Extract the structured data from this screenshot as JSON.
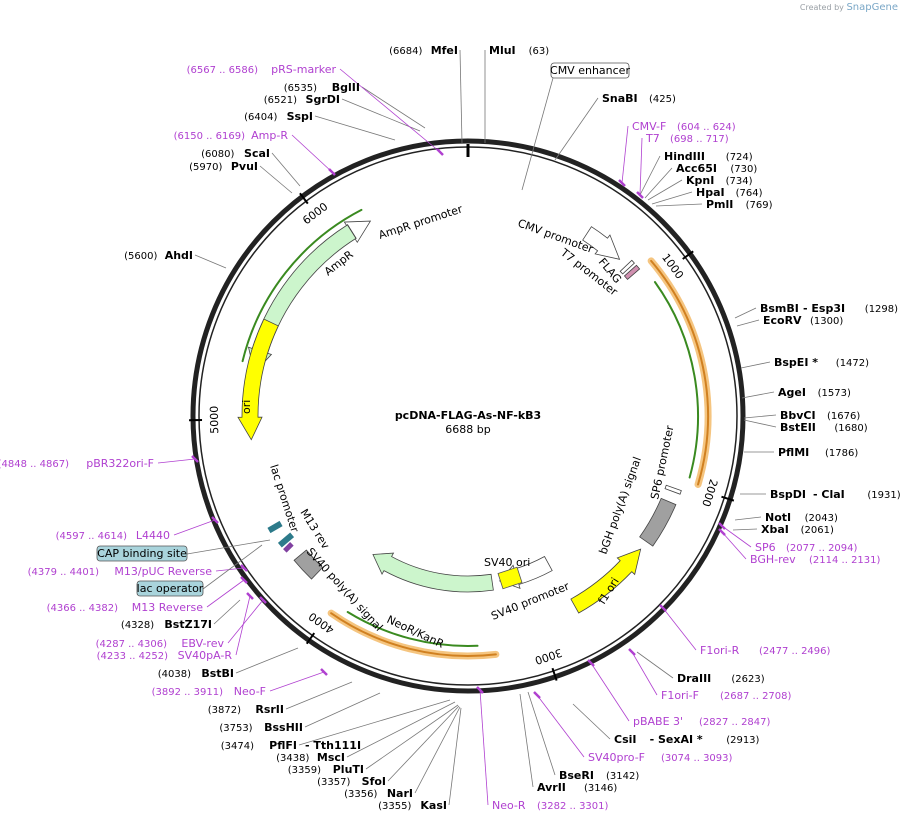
{
  "credit": {
    "text": "Created by",
    "brand": "SnapGene"
  },
  "plasmid": {
    "name": "pcDNA-FLAG-As-NF-kB3",
    "size_label": "6688 bp",
    "length": 6688
  },
  "ticks": [
    {
      "bp": 1000,
      "label": "1000"
    },
    {
      "bp": 2000,
      "label": "2000"
    },
    {
      "bp": 3000,
      "label": "3000"
    },
    {
      "bp": 4000,
      "label": "4000"
    },
    {
      "bp": 5000,
      "label": "5000"
    },
    {
      "bp": 6000,
      "label": "6000"
    }
  ],
  "colors": {
    "backbone": "#222222",
    "primer": "#b040d0",
    "promoter": "#ffffff",
    "gene": "#ccf5cc",
    "ori": "#ffff00",
    "polyA": "#a0a0a0",
    "orange": "#f5a623",
    "green": "#3a8a20"
  },
  "features": [
    {
      "name": "CMV enhancer",
      "start": 235,
      "end": 614,
      "type": "box"
    },
    {
      "name": "CMV promoter",
      "start": 615,
      "end": 818,
      "type": "arrow",
      "dir": 1,
      "track": 1,
      "fill": "#ffffff"
    },
    {
      "name": "T7 promoter",
      "start": 863,
      "end": 881,
      "type": "arrow",
      "dir": 1,
      "track": 1,
      "fill": "#ffffff"
    },
    {
      "name": "FLAG",
      "start": 895,
      "end": 918,
      "type": "arrow",
      "dir": 1,
      "track": 1,
      "fill": "#d090b0"
    },
    {
      "name": "AmpR promoter",
      "start": 6090,
      "end": 6194,
      "type": "arrow",
      "dir": 1,
      "track": 1,
      "fill": "#ffffff"
    },
    {
      "name": "AmpR",
      "start": 5229,
      "end": 6089,
      "type": "arrow",
      "dir": -1,
      "track": 1,
      "fill": "#ccf5cc"
    },
    {
      "name": "ori",
      "start": 4900,
      "end": 5488,
      "type": "arrow",
      "dir": -1,
      "track": 1,
      "fill": "#ffff00"
    },
    {
      "name": "bGH poly(A) signal",
      "start": 2101,
      "end": 2325,
      "type": "rect",
      "track": 1,
      "fill": "#a0a0a0"
    },
    {
      "name": "SP6 promoter",
      "start": 2030,
      "end": 2048,
      "type": "arrow",
      "dir": -1,
      "track": 1,
      "fill": "#ffffff"
    },
    {
      "name": "f1 ori",
      "start": 2371,
      "end": 2799,
      "type": "arrow",
      "dir": -1,
      "track": 1,
      "fill": "#ffff00"
    },
    {
      "name": "SV40 promoter",
      "start": 2813,
      "end": 3142,
      "type": "arrow",
      "dir": 1,
      "track": 2,
      "fill": "#ffffff"
    },
    {
      "name": "SV40 ori",
      "start": 2993,
      "end": 3128,
      "type": "box_inner"
    },
    {
      "name": "NeoR/KanR",
      "start": 3190,
      "end": 3984,
      "type": "arrow",
      "dir": 1,
      "track": 2,
      "fill": "#ccf5cc"
    },
    {
      "name": "SV40 poly(A) signal",
      "start": 4158,
      "end": 4279,
      "type": "rect",
      "track": 1,
      "fill": "#a0a0a0"
    },
    {
      "name": "lac promoter",
      "start": 4468,
      "end": 4498,
      "type": "label_only"
    },
    {
      "name": "M13 rev",
      "start": 4366,
      "end": 4382,
      "type": "label_only"
    }
  ],
  "sites_right": [
    {
      "name": "MluI",
      "pos": "(63)"
    },
    {
      "name": "SnaBI",
      "pos": "(425)"
    },
    {
      "name": "HindIII",
      "pos": "(724)"
    },
    {
      "name": "Acc65I",
      "pos": "(730)"
    },
    {
      "name": "KpnI",
      "pos": "(734)"
    },
    {
      "name": "HpaI",
      "pos": "(764)"
    },
    {
      "name": "PmlI",
      "pos": "(769)"
    },
    {
      "name": "BsmBI",
      "pos": "(1298)",
      "name2": "- Esp3I"
    },
    {
      "name": "EcoRV",
      "pos": "(1300)"
    },
    {
      "name": "BspEI *",
      "pos": "(1472)"
    },
    {
      "name": "AgeI",
      "pos": "(1573)"
    },
    {
      "name": "BbvCI",
      "pos": "(1676)"
    },
    {
      "name": "BstEII",
      "pos": "(1680)"
    },
    {
      "name": "PflMI",
      "pos": "(1786)"
    },
    {
      "name": "BspDI",
      "pos": "(1931)",
      "name2": "- ClaI"
    },
    {
      "name": "NotI",
      "pos": "(2043)"
    },
    {
      "name": "XbaI",
      "pos": "(2061)"
    },
    {
      "name": "DraIII",
      "pos": "(2623)"
    },
    {
      "name": "CsiI",
      "pos": "(2913)",
      "name2": "- SexAI *"
    },
    {
      "name": "BseRI",
      "pos": "(3142)"
    },
    {
      "name": "AvrII",
      "pos": "(3146)"
    }
  ],
  "sites_left": [
    {
      "name": "MfeI",
      "pos": "(6684)"
    },
    {
      "name": "BglII",
      "pos": "(6535)"
    },
    {
      "name": "SgrDI",
      "pos": "(6521)"
    },
    {
      "name": "SspI",
      "pos": "(6404)"
    },
    {
      "name": "ScaI",
      "pos": "(6080)"
    },
    {
      "name": "PvuI",
      "pos": "(5970)"
    },
    {
      "name": "AhdI",
      "pos": "(5600)"
    },
    {
      "name": "BstZ17I",
      "pos": "(4328)"
    },
    {
      "name": "BstBI",
      "pos": "(4038)"
    },
    {
      "name": "RsrII",
      "pos": "(3872)"
    },
    {
      "name": "BssHII",
      "pos": "(3753)"
    },
    {
      "name": "PflFI",
      "pos": "(3474)",
      "name2": "- Tth111I"
    },
    {
      "name": "MscI",
      "pos": "(3438)"
    },
    {
      "name": "PluTI",
      "pos": "(3359)"
    },
    {
      "name": "SfoI",
      "pos": "(3357)"
    },
    {
      "name": "NarI",
      "pos": "(3356)"
    },
    {
      "name": "KasI",
      "pos": "(3355)"
    }
  ],
  "primers": [
    {
      "name": "pRS-marker",
      "pos": "(6567 .. 6586)"
    },
    {
      "name": "Amp-R",
      "pos": "(6150 .. 6169)"
    },
    {
      "name": "CMV-F",
      "pos": "(604 .. 624)"
    },
    {
      "name": "T7",
      "pos": "(698 .. 717)"
    },
    {
      "name": "pBR322ori-F",
      "pos": "(4848 .. 4867)"
    },
    {
      "name": "L4440",
      "pos": "(4597 .. 4614)"
    },
    {
      "name": "M13/pUC Reverse",
      "pos": "(4379 .. 4401)"
    },
    {
      "name": "M13 Reverse",
      "pos": "(4366 .. 4382)"
    },
    {
      "name": "EBV-rev",
      "pos": "(4287 .. 4306)"
    },
    {
      "name": "SV40pA-R",
      "pos": "(4233 .. 4252)"
    },
    {
      "name": "Neo-F",
      "pos": "(3892 .. 3911)"
    },
    {
      "name": "Neo-R",
      "pos": "(3282 .. 3301)"
    },
    {
      "name": "SV40pro-F",
      "pos": "(3074 .. 3093)"
    },
    {
      "name": "pBABE 3'",
      "pos": "(2827 .. 2847)"
    },
    {
      "name": "F1ori-F",
      "pos": "(2687 .. 2708)"
    },
    {
      "name": "F1ori-R",
      "pos": "(2477 .. 2496)"
    },
    {
      "name": "SP6",
      "pos": "(2077 .. 2094)"
    },
    {
      "name": "BGH-rev",
      "pos": "(2114 .. 2131)"
    }
  ],
  "boxed_labels": [
    {
      "name": "CMV enhancer"
    },
    {
      "name": "CAP binding site"
    },
    {
      "name": "lac operator"
    }
  ]
}
